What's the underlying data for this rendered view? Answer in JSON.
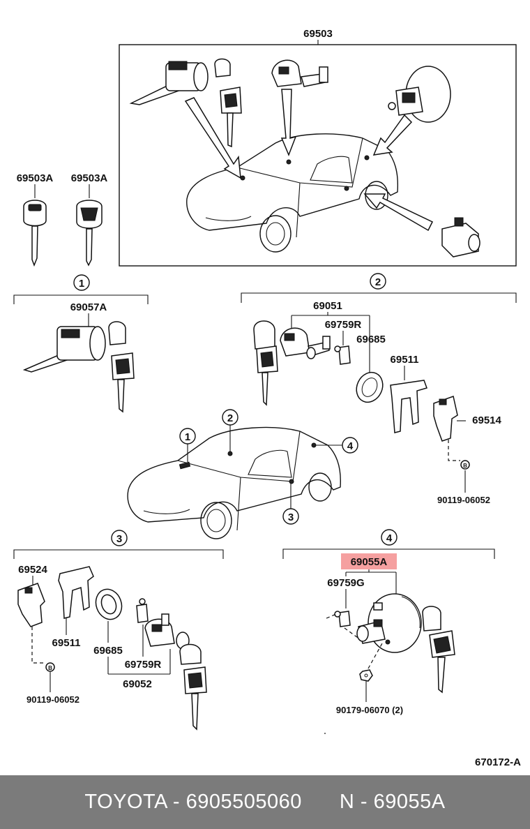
{
  "labels": {
    "main_assembly": "69503",
    "key_left": "69503A",
    "key_right": "69503A",
    "sec1_part": "69057A",
    "sec2_cyl": "69051",
    "sec2_clip": "69759R",
    "sec2_pad": "69685",
    "sec2_lever": "69511",
    "sec2_bracket": "69514",
    "sec2_bolt": "90119-06052",
    "sec3_bracket": "69524",
    "sec3_lever": "69511",
    "sec3_pad": "69685",
    "sec3_clip": "69759R",
    "sec3_cyl": "69052",
    "sec3_bolt": "90119-06052",
    "sec4_cyl": "69055A",
    "sec4_clip": "69759G",
    "sec4_nut": "90179-06070 (2)",
    "diagram_code": "670172-A"
  },
  "callouts": {
    "c1": "1",
    "c2": "2",
    "c3": "3",
    "c4": "4",
    "b": "B"
  },
  "footer": {
    "brand_part": "TOYOTA - 6905505060",
    "ref": "N - 69055A"
  },
  "highlight_color": "#f5a0a0",
  "footer_color": "#7b7b7b"
}
